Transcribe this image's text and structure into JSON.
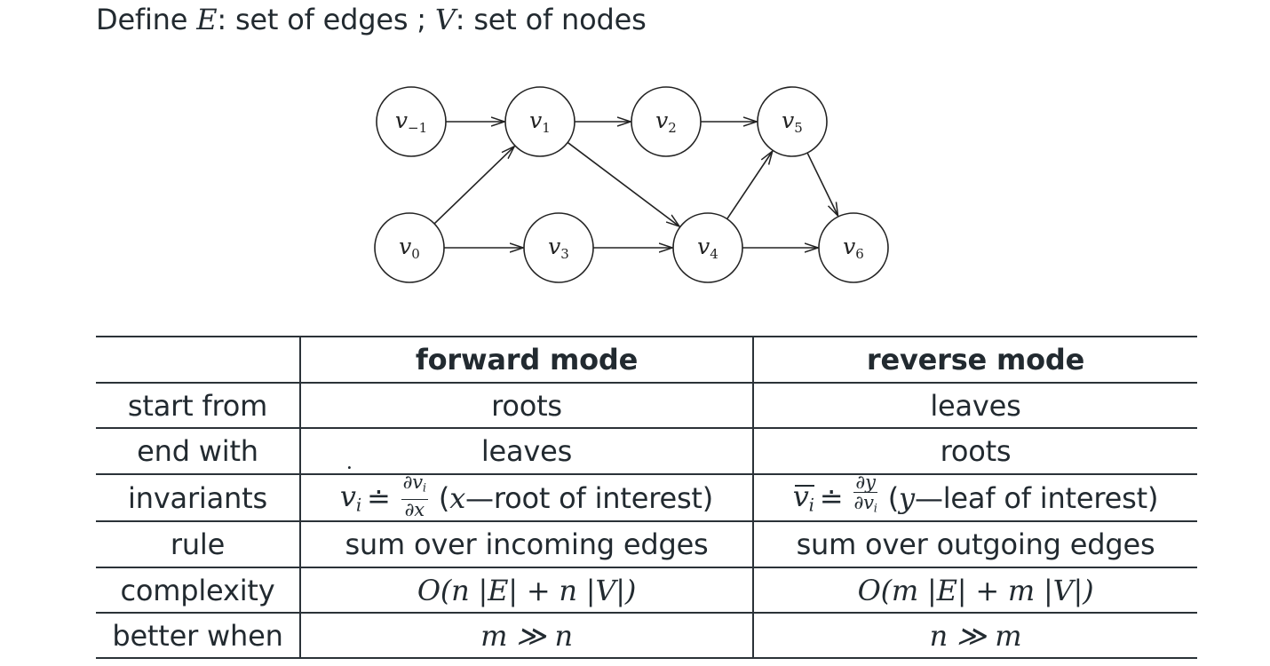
{
  "definition": {
    "prefix": "Define ",
    "E_symbol": "E",
    "E_text": ": set of edges ; ",
    "V_symbol": "V",
    "V_text": ": set of nodes"
  },
  "graph": {
    "nodes": [
      {
        "id": "v-1",
        "base": "v",
        "sub": "−1"
      },
      {
        "id": "v1",
        "base": "v",
        "sub": "1"
      },
      {
        "id": "v2",
        "base": "v",
        "sub": "2"
      },
      {
        "id": "v5",
        "base": "v",
        "sub": "5"
      },
      {
        "id": "v0",
        "base": "v",
        "sub": "0"
      },
      {
        "id": "v3",
        "base": "v",
        "sub": "3"
      },
      {
        "id": "v4",
        "base": "v",
        "sub": "4"
      },
      {
        "id": "v6",
        "base": "v",
        "sub": "6"
      }
    ],
    "edges": [
      [
        "v-1",
        "v1"
      ],
      [
        "v1",
        "v2"
      ],
      [
        "v2",
        "v5"
      ],
      [
        "v0",
        "v1"
      ],
      [
        "v1",
        "v4"
      ],
      [
        "v0",
        "v3"
      ],
      [
        "v3",
        "v4"
      ],
      [
        "v4",
        "v5"
      ],
      [
        "v4",
        "v6"
      ],
      [
        "v5",
        "v6"
      ]
    ]
  },
  "table": {
    "headers": [
      "",
      "forward mode",
      "reverse mode"
    ],
    "rows": {
      "start": {
        "label": "start from",
        "forward": "roots",
        "reverse": "leaves"
      },
      "end": {
        "label": "end with",
        "forward": "leaves",
        "reverse": "roots"
      },
      "invariants": {
        "label": "invariants",
        "forward": {
          "lhs_base": "v",
          "lhs_sub": "i",
          "relation": "≐",
          "frac_num": "∂v",
          "frac_num_sub": "i",
          "frac_den": "∂x",
          "note_var": "x",
          "note_text": "—root of interest"
        },
        "reverse": {
          "lhs_base": "v",
          "lhs_sub": "i",
          "relation": "≐",
          "frac_num": "∂y",
          "frac_den": "∂v",
          "frac_den_sub": "i",
          "note_var": "y",
          "note_text": "—leaf of interest"
        }
      },
      "rule": {
        "label": "rule",
        "forward": "sum over incoming edges",
        "reverse": "sum over outgoing edges"
      },
      "complexity": {
        "label": "complexity",
        "forward": "O(n |E| + n |V|)",
        "reverse": "O(m |E| + m |V|)"
      },
      "better": {
        "label": "better when",
        "forward": "m ≫ n",
        "reverse": "n ≫ m"
      }
    }
  }
}
